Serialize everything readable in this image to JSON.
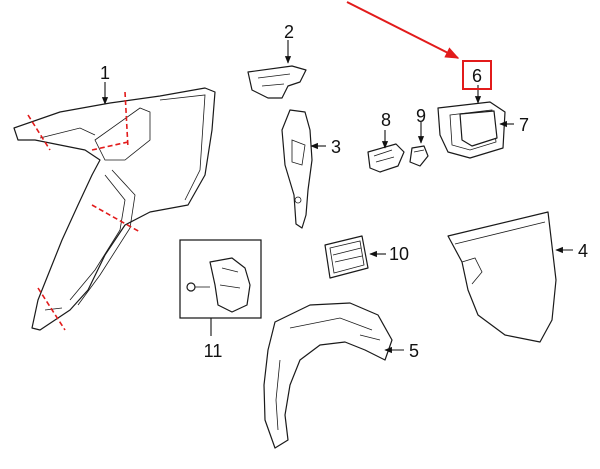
{
  "callouts": {
    "c1": "1",
    "c2": "2",
    "c3": "3",
    "c4": "4",
    "c5": "5",
    "c6": "6",
    "c7": "7",
    "c8": "8",
    "c9": "9",
    "c10": "10",
    "c11": "11"
  },
  "highlight": {
    "target": "6",
    "color": "#e21b1b"
  }
}
